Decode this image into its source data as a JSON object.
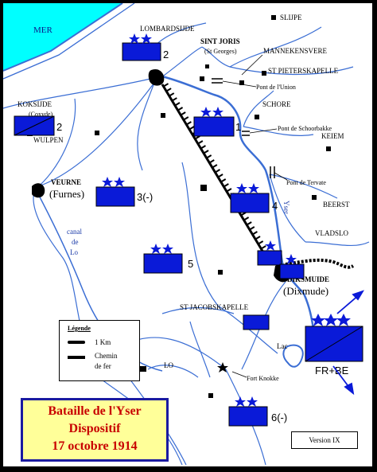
{
  "map": {
    "sea_label": "MER",
    "places": {
      "lombardsijde": "LOMBARDSIJDE",
      "slijpe": "SLIJPE",
      "sint_joris": "SINT JORIS",
      "st_georges": "(St Georges)",
      "mannekensvere": "MANNEKENSVERE",
      "st_pieterskapelle": "ST PIETERSKAPELLE",
      "pont_union": "Pont de l'Union",
      "schore": "SCHORE",
      "pont_schoorbakke": "Pont de Schoorbakke",
      "koksijde": "KOKSIJDE",
      "coxyde": "(Coxyde)",
      "wulpen": "WULPEN",
      "keiem": "KEIEM",
      "pont_tervate": "Pont de Tervate",
      "veurne": "VEURNE",
      "furnes": "(Furnes)",
      "yser": "Yser",
      "beerst": "BEERST",
      "vladslo": "VLADSLO",
      "canal": "canal",
      "canal_de": "de",
      "canal_lo": "Lo",
      "diksmuide": "DIKSMUIDE",
      "dixmude": "(Dixmude)",
      "st_jacobskapelle": "ST JACOBSKAPELLE",
      "lac": "Lac",
      "lo": "LO",
      "fort_knokke": "Fort Knokke"
    },
    "units": [
      {
        "id": "2-nieuport",
        "label": "2",
        "stars": 2
      },
      {
        "id": "2-koksijde",
        "label": "2",
        "stars": 0
      },
      {
        "id": "1",
        "label": "1",
        "stars": 2
      },
      {
        "id": "3",
        "label": "3(-)",
        "stars": 2
      },
      {
        "id": "4",
        "label": "4",
        "stars": 2
      },
      {
        "id": "5",
        "label": "5",
        "stars": 2
      },
      {
        "id": "diks-a",
        "label": "",
        "stars": 1
      },
      {
        "id": "diks-b",
        "label": "",
        "stars": 1
      },
      {
        "id": "st-jacob",
        "label": "",
        "stars": 0
      },
      {
        "id": "fr-be",
        "label": "FR+BE",
        "stars": 3
      },
      {
        "id": "6",
        "label": "6(-)",
        "stars": 2
      }
    ],
    "colors": {
      "unit_fill": "#0a1ad8",
      "sea": "#00ffff",
      "water": "#3b6ed4",
      "title_bg": "#ffff99",
      "title_text": "#c80000"
    }
  },
  "legend": {
    "title": "Légende",
    "km": "1 Km",
    "rail_line1": "Chemin",
    "rail_line2": "de fer"
  },
  "title": {
    "line1": "Bataille de l'Yser",
    "line2": "Dispositif",
    "line3": "17 octobre 1914"
  },
  "version": "Version IX"
}
